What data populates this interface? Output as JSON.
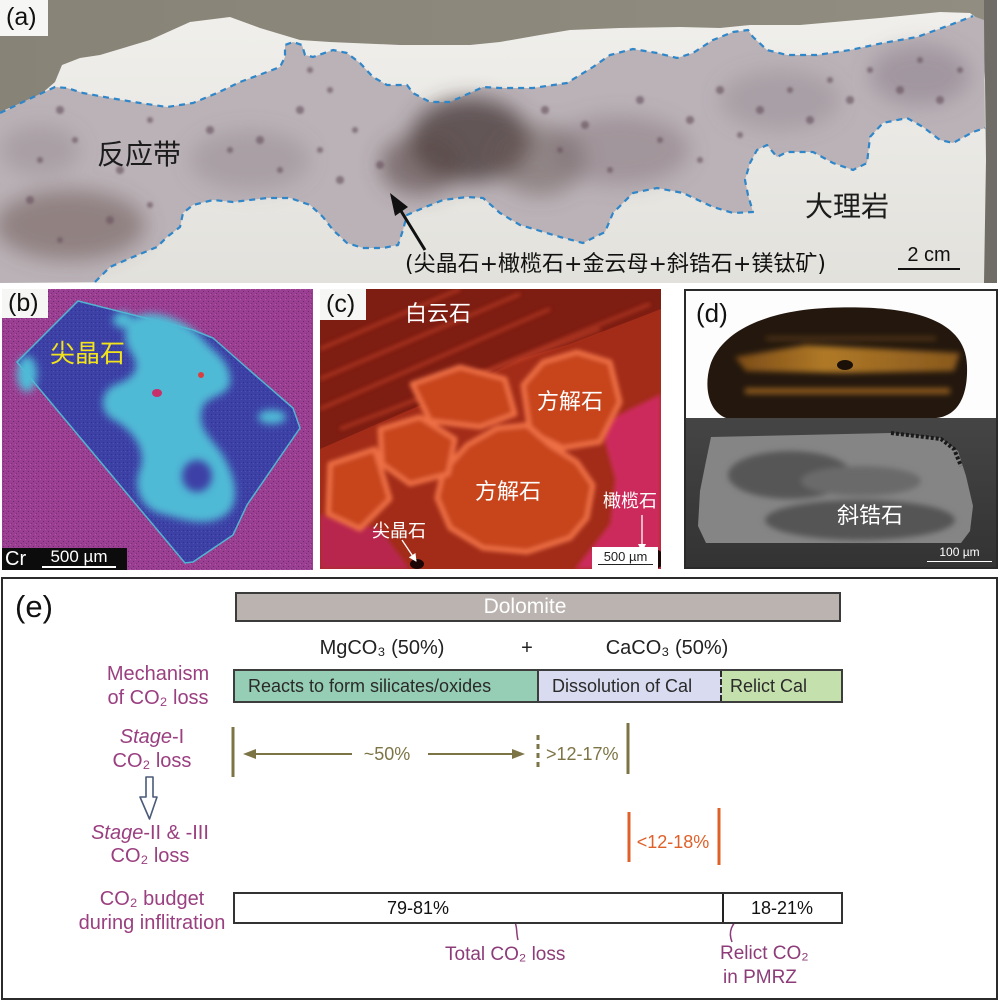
{
  "panels": {
    "a": {
      "label": "(a)",
      "reaction_zone_label": "反应带",
      "marble_label": "大理岩",
      "mineral_assemblage": "(尖晶石+橄榄石+金云母+斜锆石+镁钛矿)",
      "scale_bar": "2 cm",
      "boundary_line_color": "#2f86c8"
    },
    "b": {
      "label": "(b)",
      "mineral_label": "尖晶石",
      "element": "Cr",
      "scale_bar": "500 µm"
    },
    "c": {
      "label": "(c)",
      "labels": {
        "dolomite": "白云石",
        "calcite_1": "方解石",
        "calcite_2": "方解石",
        "olivine": "橄榄石",
        "spinel": "尖晶石"
      },
      "scale_bar": "500 µm"
    },
    "d": {
      "label": "(d)",
      "mineral_label": "斜锆石",
      "scale_bar": "100 µm"
    },
    "e": {
      "label": "(e)",
      "dolomite_bar": {
        "text": "Dolomite",
        "color": "#bbb3b0"
      },
      "components": {
        "mg": "MgCO₃ (50%)",
        "plus": "+",
        "ca": "CaCO₃ (50%)"
      },
      "rows": {
        "mechanism": {
          "label": [
            "Mechanism",
            "of CO₂ loss"
          ],
          "segments": [
            {
              "text": "Reacts to form silicates/oxides",
              "color": "#96cdb5"
            },
            {
              "text": "Dissolution of Cal",
              "color": "#d9dcf0"
            },
            {
              "text": "Relict Cal",
              "color": "#c4e0ac"
            }
          ]
        },
        "stage_1": {
          "label": {
            "italic": "Stage",
            "suffix": "-I",
            "line2": "CO₂ loss"
          },
          "ranges": [
            "~50%",
            ">12-17%"
          ],
          "color": "#7d7445"
        },
        "stage_2_3": {
          "label": {
            "italic": "Stage",
            "suffix": "-II & -III",
            "line2": "CO₂ loss"
          },
          "range": "<12-18%",
          "color": "#e0602a"
        },
        "budget": {
          "label": [
            "CO₂ budget",
            "during inflitration"
          ],
          "segments": [
            {
              "text": "79-81%"
            },
            {
              "text": "18-21%"
            }
          ]
        }
      },
      "annotations": {
        "total_loss": "Total CO₂ loss",
        "relict": [
          "Relict CO₂",
          "in PMRZ"
        ]
      },
      "label_color": "#9a3f80",
      "annotation_color": "#8c3c78",
      "stage_arrow_color": "#4a5a78"
    }
  }
}
